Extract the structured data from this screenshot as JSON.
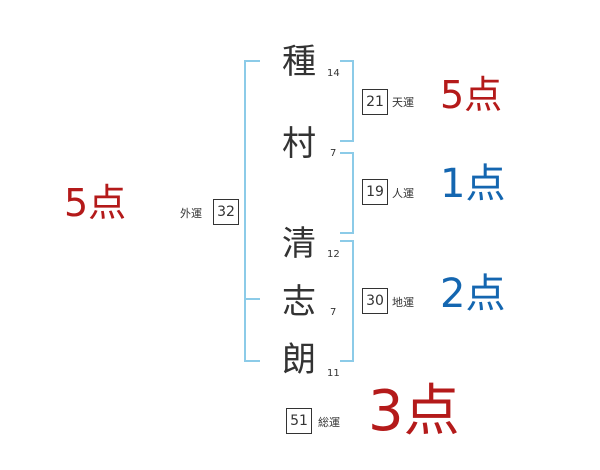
{
  "colors": {
    "bracket": "#8ccbe8",
    "red": "#b41a1a",
    "blue": "#1466b0"
  },
  "chars": [
    {
      "char": "種",
      "strokes": "14"
    },
    {
      "char": "村",
      "strokes": "7"
    },
    {
      "char": "清",
      "strokes": "12"
    },
    {
      "char": "志",
      "strokes": "7"
    },
    {
      "char": "朗",
      "strokes": "11"
    }
  ],
  "kaku": {
    "ten": {
      "value": "21",
      "label": "天運",
      "score": "5点",
      "color": "red"
    },
    "jin": {
      "value": "19",
      "label": "人運",
      "score": "1点",
      "color": "blue"
    },
    "chi": {
      "value": "30",
      "label": "地運",
      "score": "2点",
      "color": "blue"
    },
    "gai": {
      "value": "32",
      "label": "外運",
      "score": "5点",
      "color": "red"
    },
    "sou": {
      "value": "51",
      "label": "総運",
      "score": "3点",
      "color": "red"
    }
  }
}
